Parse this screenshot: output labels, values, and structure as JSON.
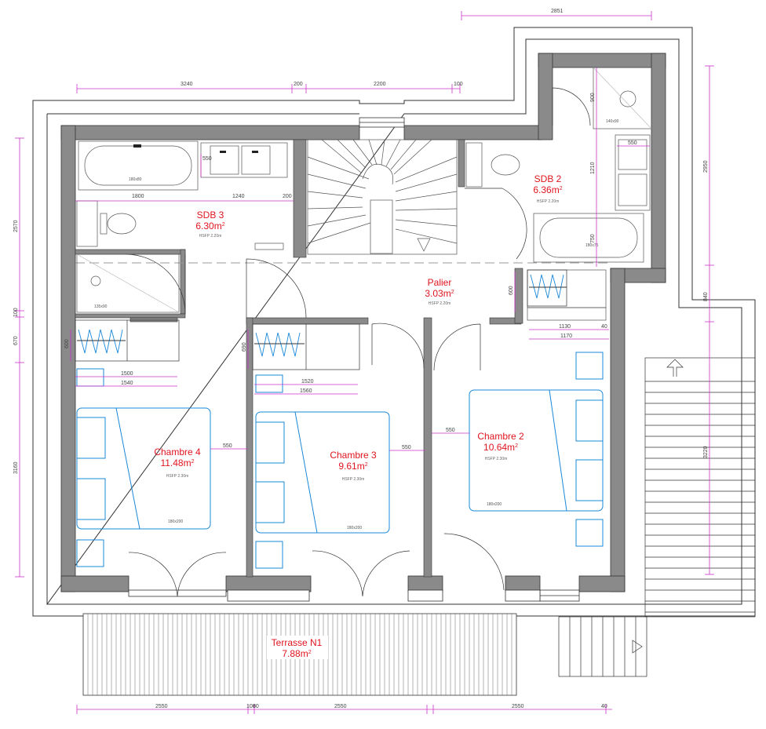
{
  "colors": {
    "wall": "#8a8a8a",
    "outline": "#333333",
    "dimension": "#cc33cc",
    "furniture": "#1a88d8",
    "room_label": "#e0141e",
    "fixture": "#555555"
  },
  "rooms": {
    "sdb3": {
      "name": "SDB 3",
      "area": "6.30m",
      "hsfp": "HSFP 2.20m"
    },
    "sdb2": {
      "name": "SDB 2",
      "area": "6.36m",
      "hsfp": "HSFP 2.20m"
    },
    "palier": {
      "name": "Palier",
      "area": "3.03m",
      "hsfp": "HSFP 2.20m"
    },
    "chambre4": {
      "name": "Chambre 4",
      "area": "11.48m",
      "hsfp": "HSFP 2.30m"
    },
    "chambre3": {
      "name": "Chambre 3",
      "area": "9.61m",
      "hsfp": "HSFP 2.30m"
    },
    "chambre2": {
      "name": "Chambre 2",
      "area": "10.64m",
      "hsfp": "HSFP 2.30m"
    },
    "terrasse": {
      "name": "Terrasse N1",
      "area": "7.88m"
    }
  },
  "area_unit_exponent": "2",
  "furniture_labels": {
    "bath_sdb3": "180x80",
    "shower_sdb3": "135x90",
    "shower_sdb2": "140x90",
    "bath_sdb2": "180x75",
    "bed_ch4": "180x200",
    "bed_ch3": "180x200",
    "bed_ch2": "180x200"
  },
  "dimensions": {
    "top": [
      "3240",
      "200",
      "2200",
      "100"
    ],
    "top_right": "2851",
    "sdb3_width": [
      "1800",
      "1240",
      "200"
    ],
    "sdb3_basin": "550",
    "left": [
      "2570",
      "100",
      "670",
      "3160"
    ],
    "right": [
      "2950",
      "840",
      "3220"
    ],
    "sdb2_vertical": [
      "900",
      "1210",
      "750"
    ],
    "sdb2_basin": "550",
    "palier_closet": "600",
    "closet_widths": [
      "1130",
      "40",
      "1170"
    ],
    "ch4_closet": [
      "600",
      "1500",
      "1540"
    ],
    "ch3_closet": [
      "690",
      "1520",
      "1560"
    ],
    "bed_clearance": [
      "550",
      "550",
      "550"
    ],
    "bottom": [
      "2550",
      "100",
      "80",
      "2550",
      "2550",
      "40"
    ]
  }
}
